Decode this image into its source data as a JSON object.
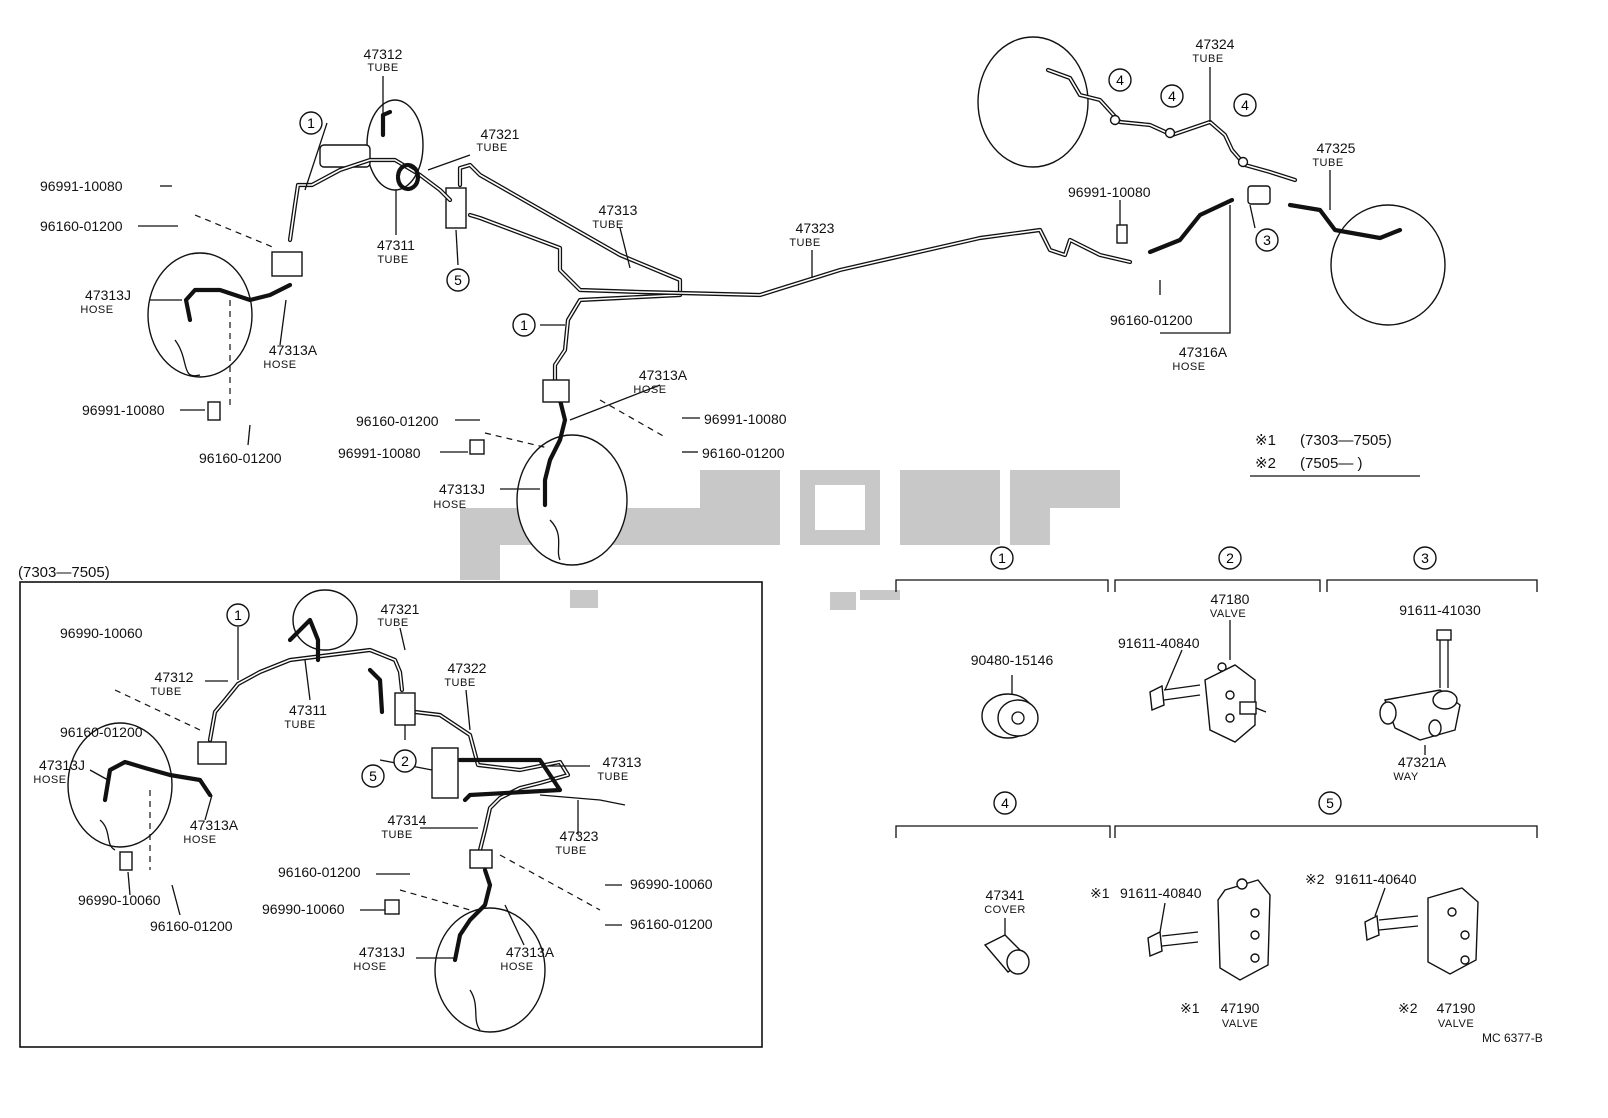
{
  "labels": {
    "p47312": {
      "num": "47312",
      "sub": "TUBE"
    },
    "p47321": {
      "num": "47321",
      "sub": "TUBE"
    },
    "p47311": {
      "num": "47311",
      "sub": "TUBE"
    },
    "p47313": {
      "num": "47313",
      "sub": "TUBE"
    },
    "p47323": {
      "num": "47323",
      "sub": "TUBE"
    },
    "p47324": {
      "num": "47324",
      "sub": "TUBE"
    },
    "p47325": {
      "num": "47325",
      "sub": "TUBE"
    },
    "p47313J_l": {
      "num": "47313J",
      "sub": "HOSE"
    },
    "p47313A_l": {
      "num": "47313A",
      "sub": "HOSE"
    },
    "p47313A_c": {
      "num": "47313A",
      "sub": "HOSE"
    },
    "p47313J_c": {
      "num": "47313J",
      "sub": "HOSE"
    },
    "p47316A": {
      "num": "47316A",
      "sub": "HOSE"
    },
    "c96991_a": "96991-10080",
    "c96160_a": "96160-01200",
    "c96991_b": "96991-10080",
    "c96160_b": "96160-01200",
    "c96160_c": "96160-01200",
    "c96991_c": "96991-10080",
    "c96991_d": "96991-10080",
    "c96160_d": "96160-01200",
    "c96991_e": "96991-10080",
    "c96160_e": "96160-01200"
  },
  "notes": {
    "n1_mark": "※1",
    "n1_range": "(7303—7505)",
    "n2_mark": "※2",
    "n2_range": "(7505—        )"
  },
  "inset": {
    "title": "(7303—7505)",
    "labels": {
      "i47321": {
        "num": "47321",
        "sub": "TUBE"
      },
      "i47312": {
        "num": "47312",
        "sub": "TUBE"
      },
      "i47311": {
        "num": "47311",
        "sub": "TUBE"
      },
      "i47322": {
        "num": "47322",
        "sub": "TUBE"
      },
      "i47313": {
        "num": "47313",
        "sub": "TUBE"
      },
      "i47314": {
        "num": "47314",
        "sub": "TUBE"
      },
      "i47323": {
        "num": "47323",
        "sub": "TUBE"
      },
      "i47313J_l": {
        "num": "47313J",
        "sub": "HOSE"
      },
      "i47313A_l": {
        "num": "47313A",
        "sub": "HOSE"
      },
      "i47313J_c": {
        "num": "47313J",
        "sub": "HOSE"
      },
      "i47313A_c": {
        "num": "47313A",
        "sub": "HOSE"
      },
      "i96990_a": "96990-10060",
      "i96160_a": "96160-01200",
      "i96990_b": "96990-10060",
      "i96160_b": "96160-01200",
      "i96160_c": "96160-01200",
      "i96990_c": "96990-10060",
      "i96990_d": "96990-10060",
      "i96160_d": "96160-01200"
    }
  },
  "callouts": [
    "1",
    "2",
    "3",
    "4",
    "5"
  ],
  "detail": {
    "g1": {
      "code": "90480-15146"
    },
    "g2": {
      "bolt": "91611-40840",
      "num": "47180",
      "sub": "VALVE"
    },
    "g3": {
      "bolt": "91611-41030",
      "num": "47321A",
      "sub": "WAY"
    },
    "g4": {
      "num": "47341",
      "sub": "COVER"
    },
    "g5a": {
      "mark": "※1",
      "bolt": "91611-40840",
      "num": "47190",
      "sub": "VALVE"
    },
    "g5b": {
      "mark": "※2",
      "bolt": "91611-40640",
      "num": "47190",
      "sub": "VALVE"
    }
  },
  "ref_code": "MC 6377-B",
  "colors": {
    "ink": "#111111",
    "watermark": "#9a9a9a"
  }
}
